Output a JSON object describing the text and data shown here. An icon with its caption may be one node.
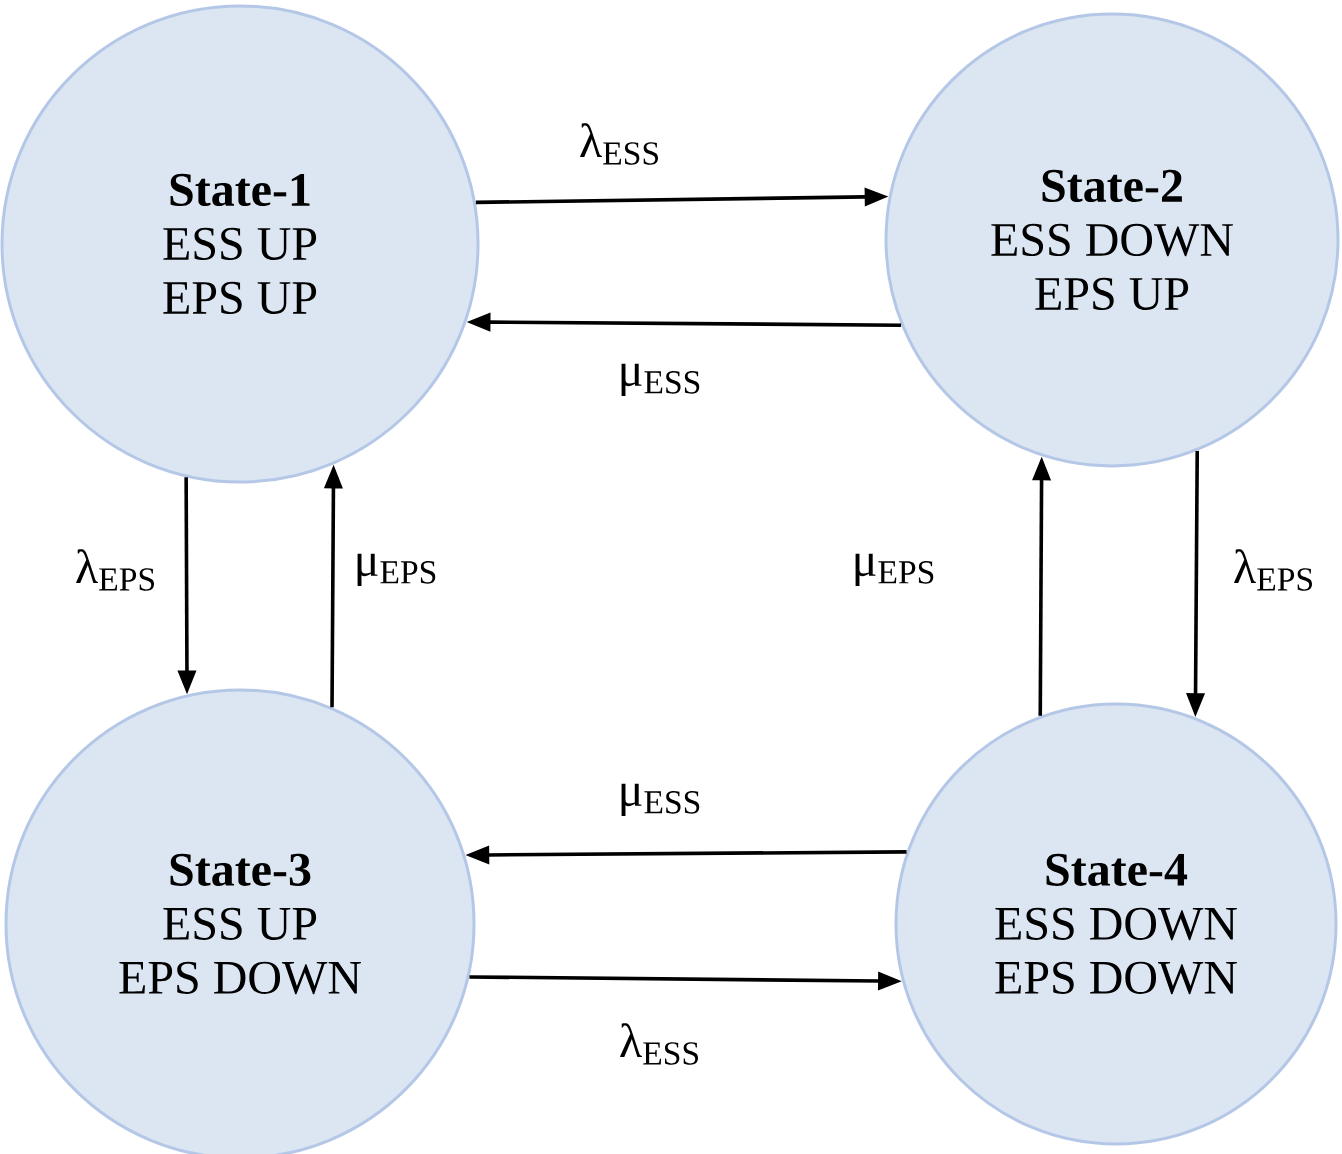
{
  "diagram": {
    "nodes": [
      {
        "text": [
          "State-1",
          "ESS UP",
          "EPS UP"
        ]
      },
      {
        "text": [
          "State-2",
          "ESS DOWN",
          "EPS UP"
        ]
      },
      {
        "text": [
          "State-3",
          "ESS UP",
          "EPS DOWN"
        ]
      },
      {
        "text": [
          "State-4",
          "ESS DOWN",
          "EPS DOWN"
        ]
      }
    ],
    "edges": [
      {
        "from": 0,
        "to": 1,
        "arrow": "to",
        "label": "λ$_{ESS}$"
      },
      {
        "from": 1,
        "to": 0,
        "arrow": "to",
        "label": "μ$_{ESS}$"
      },
      {
        "from": 0,
        "to": 2,
        "arrow": "to",
        "label": "λ$_{EPS}$"
      },
      {
        "from": 2,
        "to": 0,
        "arrow": "to",
        "label": "μ$_{EPS}$"
      },
      {
        "from": 1,
        "to": 3,
        "arrow": "to",
        "label": "λ$_{EPS}$"
      },
      {
        "from": 3,
        "to": 1,
        "arrow": "to",
        "label": "μ$_{EPS}$"
      },
      {
        "from": 3,
        "to": 2,
        "arrow": "to",
        "label": "μ$_{ESS}$"
      },
      {
        "from": 2,
        "to": 3,
        "arrow": "to",
        "label": "λ$_{ESS}$"
      }
    ]
  }
}
